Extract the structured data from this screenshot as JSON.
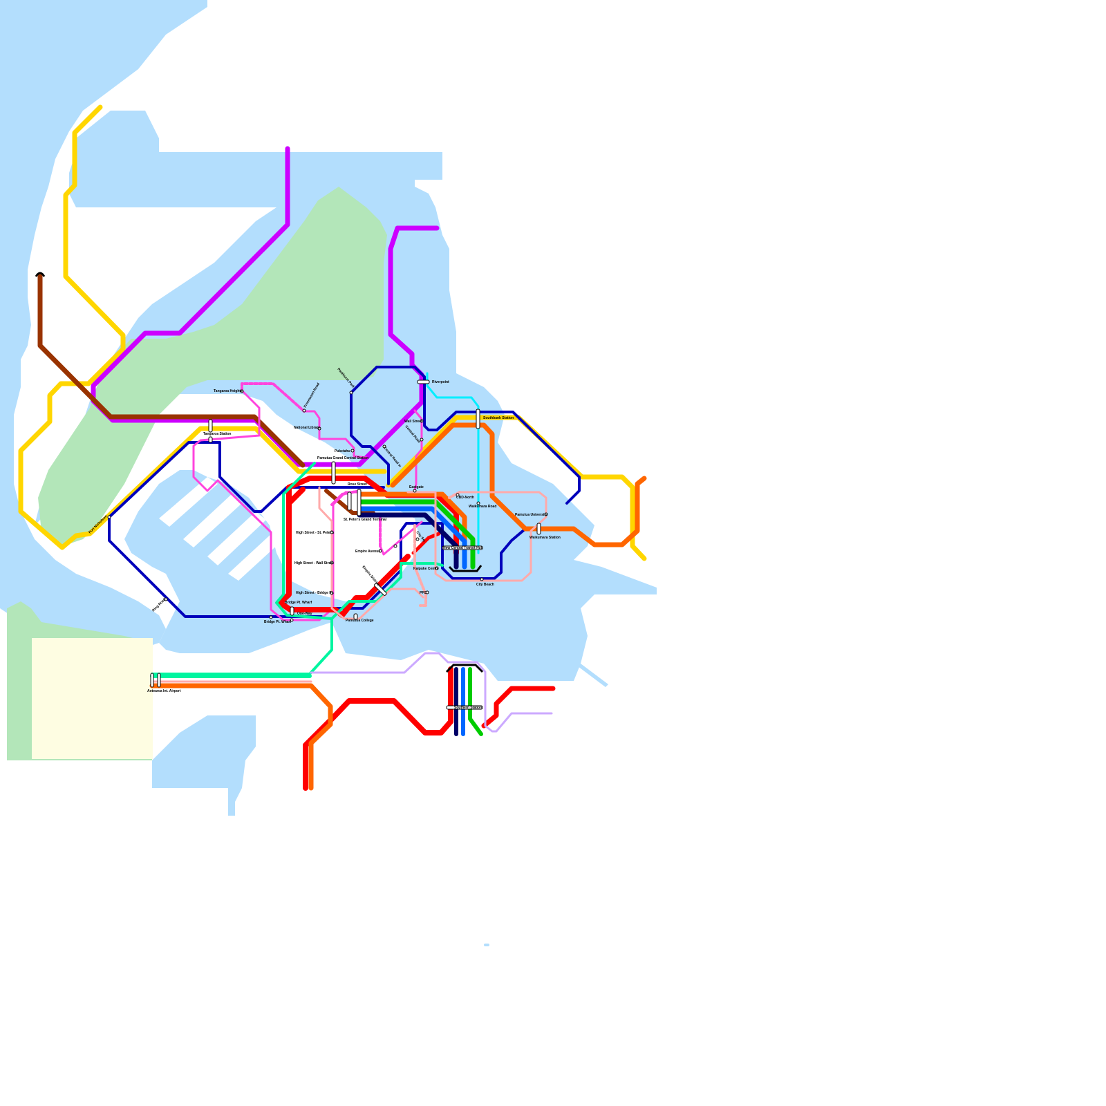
{
  "colors": {
    "water": "#b3defd",
    "park": "#b3e6b9",
    "airport_zone": "#fefde2",
    "land": "#ffffff"
  },
  "lines": [
    {
      "id": "yellow",
      "color": "#ffd600"
    },
    {
      "id": "purple",
      "color": "#cc00ff"
    },
    {
      "id": "brown",
      "color": "#993300"
    },
    {
      "id": "navy",
      "color": "#0000bb"
    },
    {
      "id": "pink",
      "color": "#ff44dd"
    },
    {
      "id": "red",
      "color": "#ff0000"
    },
    {
      "id": "orange",
      "color": "#ff6600"
    },
    {
      "id": "teal",
      "color": "#00f5a0"
    },
    {
      "id": "cyan",
      "color": "#00eeff"
    },
    {
      "id": "green",
      "color": "#00cc00"
    },
    {
      "id": "blue",
      "color": "#0066ff"
    },
    {
      "id": "dark-navy",
      "color": "#000066"
    },
    {
      "id": "salmon",
      "color": "#ffaaaa"
    },
    {
      "id": "lavender",
      "color": "#ccaaff"
    }
  ],
  "stations": {
    "riverpoint": "Riverpoint",
    "tangaroa_heights": "Tangaroa Heights",
    "freemason_road": "Freemason Road",
    "national_library": "National Library",
    "tangaroa_station": "Tangaroa Station",
    "southbank_station": "Southbank Station",
    "puketahu": "Puketahu",
    "pamutua_grand_central": "Pamutua Grand Central Station",
    "riverside_park": "Parkhurst Park",
    "wall_street": "Wall Street",
    "central_road": "Central Road",
    "central_road_w": "Central Road w",
    "rose_street": "Rose Street",
    "eastgate": "Eastgate",
    "cbd_north": "CBD-North",
    "waikumara_road": "Waikumara Road",
    "pamutua_university": "Pamutua University",
    "waikumara_station": "Waikumara Station",
    "st_peters_grand_terminal": "St. Peter's Grand Terminal",
    "high_street_st_peters": "High Street - St. Peter's",
    "high_street_wall_street": "High Street - Wall Street",
    "high_street_bridge_pt": "High Street - Bridge Pt.",
    "empire_avenue": "Empire Avenue",
    "empire_district": "Empire District",
    "new_central_transit_hub": "New Central Transit Hub",
    "kaipuke_centre": "Kaipuke Centre",
    "city_beach": "City Beach",
    "pfc": "PFC",
    "bridge_pt_wharf_n": "Bridge Pt. Wharf",
    "bridge_pt_wharf_s": "Bridge Pt. Wharf",
    "one_way": "One-Way",
    "pamutua_college": "Pamutua College",
    "port_nicholson": "Port Nicholson",
    "ring_road": "Ring Road",
    "aotearoa_airport": "Aotearoa Int. Airport",
    "southern_station": "Southern Station",
    "city_sq": "City Sq."
  }
}
